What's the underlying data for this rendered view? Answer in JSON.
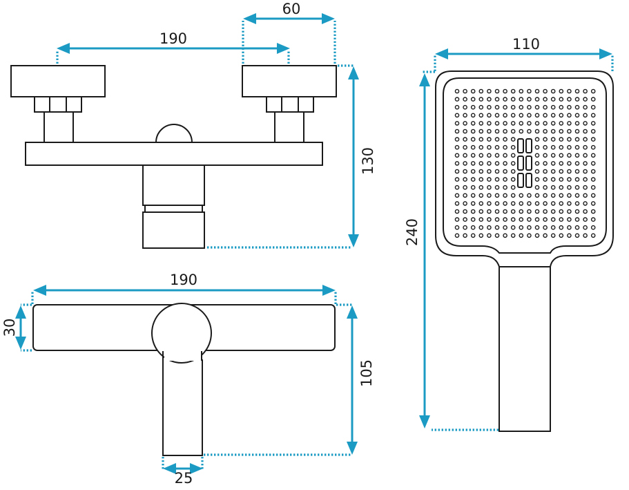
{
  "colors": {
    "dimension": "#1b9bc4",
    "outline": "#1a1a1a",
    "background": "#ffffff"
  },
  "dimensions": {
    "mixer_front_width": "190",
    "handle_width": "60",
    "mixer_front_height": "130",
    "mixer_top_width": "190",
    "mixer_top_depth": "30",
    "mixer_top_length": "105",
    "spout_width": "25",
    "shower_head_width": "110",
    "shower_head_length": "240"
  }
}
